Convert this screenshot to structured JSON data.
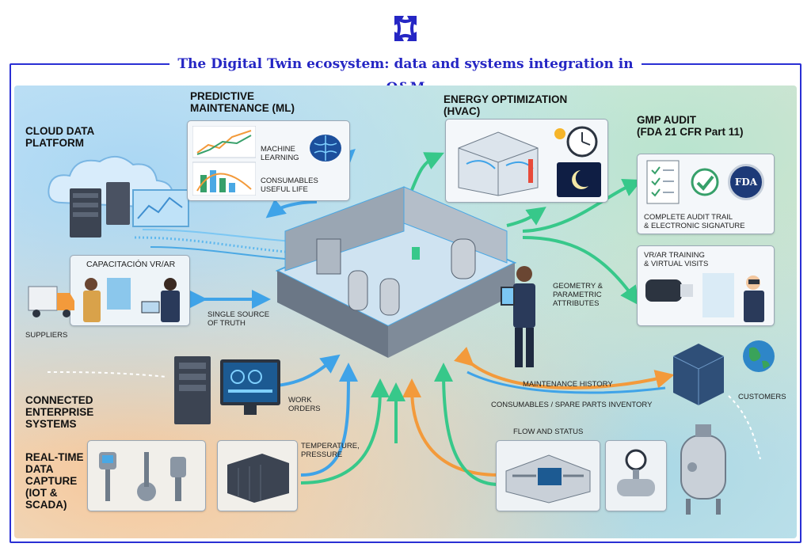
{
  "title": "The Digital Twin ecosystem: data and systems integration in O&M",
  "labels": {
    "cloud": "CLOUD DATA\nPLATFORM",
    "predictive": "PREDICTIVE\nMAINTENANCE (ML)",
    "machine_learning": "MACHINE\nLEARNING",
    "consumables_life": "CONSUMABLES\nUSEFUL LIFE",
    "energy": "ENERGY OPTIMIZATION\n(HVAC)",
    "gmp": "GMP AUDIT\n(FDA 21 CFR Part 11)",
    "audit_trail": "COMPLETE AUDIT TRAIL\n& ELECTRONIC SIGNATURE",
    "fda": "FDA",
    "vr_training": "VR/AR TRAINING\n& VIRTUAL VISITS",
    "capacitacion": "CAPACITACIÓN VR/AR",
    "suppliers": "SUPPLIERS",
    "single_source": "SINGLE SOURCE\nOF TRUTH",
    "geometry": "GEOMETRY &\nPARAMETRIC\nATTRIBUTES",
    "connected": "CONNECTED\nENTERPRISE\nSYSTEMS",
    "work_orders": "WORK\nORDERS",
    "maintenance_history": "MAINTENANCE HISTORY",
    "consumables_inventory": "CONSUMABLES / SPARE PARTS INVENTORY",
    "customers": "CUSTOMERS",
    "realtime": "REAL-TIME\nDATA\nCAPTURE\n(IOT &\nSCADA)",
    "temp_pressure": "TEMPERATURE,\nPRESSURE",
    "flow_status": "FLOW AND STATUS"
  },
  "colors": {
    "accent": "#2526c4",
    "arrow_blue": "#3fa3e8",
    "arrow_green": "#37c88a",
    "arrow_orange": "#f39a3b"
  }
}
